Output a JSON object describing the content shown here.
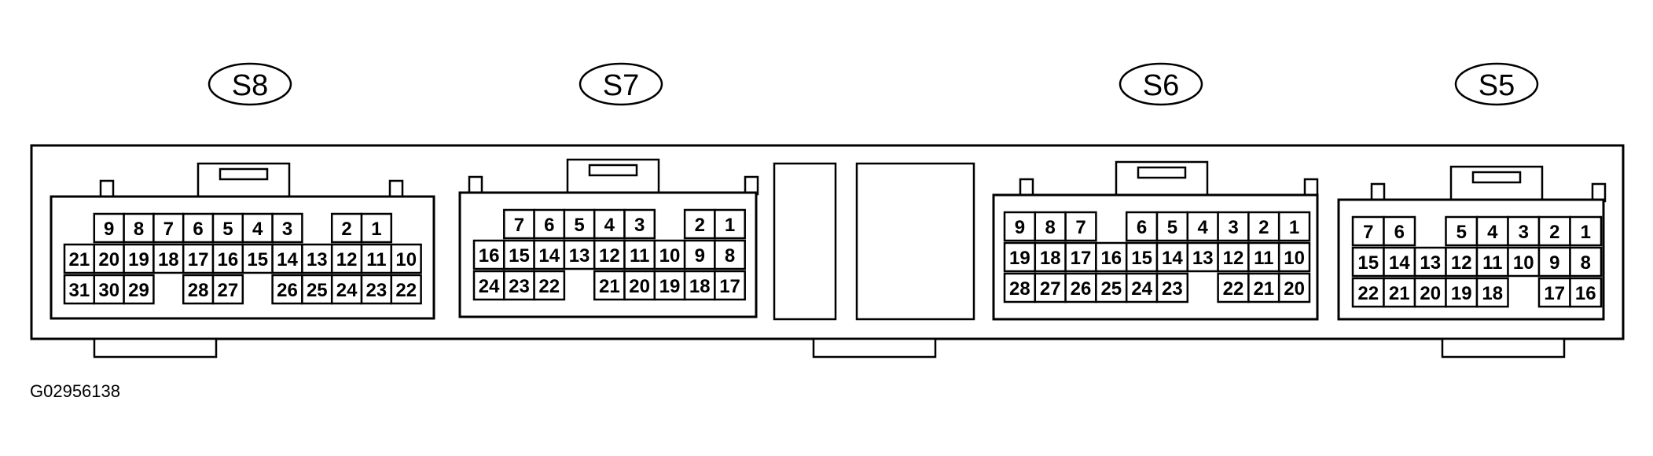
{
  "figure_code": "G02956138",
  "connectors": [
    {
      "id": "S8",
      "label": "S8",
      "rows": [
        [
          "",
          "9",
          "8",
          "7",
          "6",
          "5",
          "4",
          "3",
          "",
          "2",
          "1",
          ""
        ],
        [
          "21",
          "20",
          "19",
          "18",
          "17",
          "16",
          "15",
          "14",
          "13",
          "12",
          "11",
          "10"
        ],
        [
          "31",
          "30",
          "29",
          "",
          "28",
          "27",
          "",
          "26",
          "25",
          "24",
          "23",
          "22"
        ]
      ]
    },
    {
      "id": "S7",
      "label": "S7",
      "rows": [
        [
          "",
          "7",
          "6",
          "5",
          "4",
          "3",
          "",
          "2",
          "1"
        ],
        [
          "16",
          "15",
          "14",
          "13",
          "12",
          "11",
          "10",
          "9",
          "8"
        ],
        [
          "24",
          "23",
          "22",
          "",
          "21",
          "20",
          "19",
          "18",
          "17"
        ]
      ]
    },
    {
      "id": "S6",
      "label": "S6",
      "rows": [
        [
          "9",
          "8",
          "7",
          "",
          "6",
          "5",
          "4",
          "3",
          "2",
          "1"
        ],
        [
          "19",
          "18",
          "17",
          "16",
          "15",
          "14",
          "13",
          "12",
          "11",
          "10"
        ],
        [
          "28",
          "27",
          "26",
          "25",
          "24",
          "23",
          "",
          "22",
          "21",
          "20"
        ]
      ]
    },
    {
      "id": "S5",
      "label": "S5",
      "rows": [
        [
          "7",
          "6",
          "",
          "5",
          "4",
          "3",
          "2",
          "1"
        ],
        [
          "15",
          "14",
          "13",
          "12",
          "11",
          "10",
          "9",
          "8"
        ],
        [
          "22",
          "21",
          "20",
          "19",
          "18",
          "",
          "17",
          "16"
        ]
      ]
    }
  ]
}
